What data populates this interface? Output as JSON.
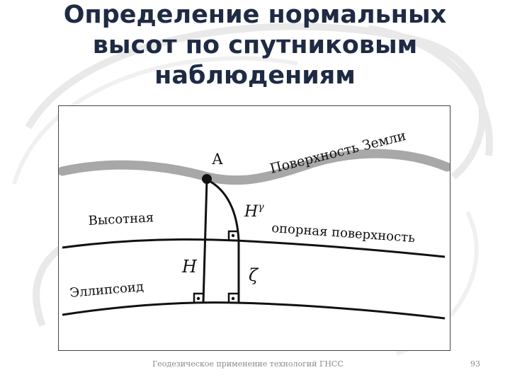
{
  "slide": {
    "title_lines": [
      "Определение нормальных",
      "высот по спутниковым",
      "наблюдениям"
    ],
    "footer": "Геодезическое применение технологий ГНСС",
    "page_number": "93"
  },
  "diagram": {
    "label_earth_surface": "Поверхность Земли",
    "label_point": "А",
    "label_normal_height": "H",
    "label_normal_height_sup": "γ",
    "label_reference_left": "Высотная",
    "label_reference_right": "опорная поверхность",
    "label_geodetic_height": "H",
    "label_zeta": "ζ",
    "label_ellipsoid": "Эллипсоид"
  },
  "colors": {
    "title": "#1f2a44",
    "earth_surface": "#a8a8a8",
    "lines": "#111111"
  }
}
